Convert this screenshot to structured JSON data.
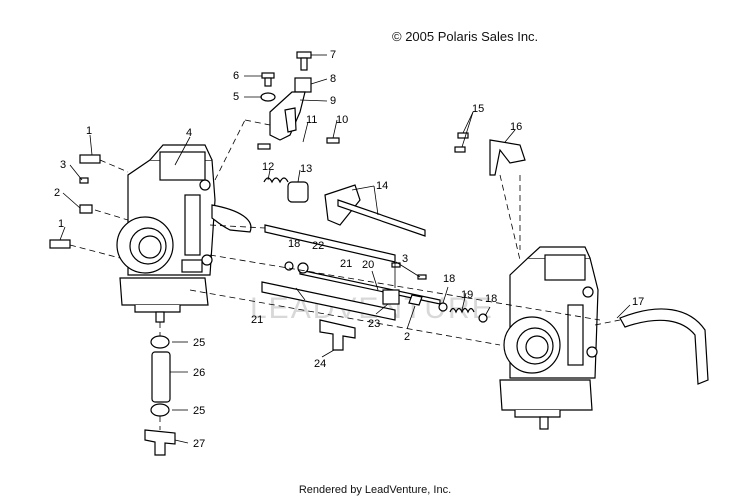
{
  "header": {
    "copyright": "© 2005 Polaris Sales Inc."
  },
  "footer": {
    "rendered_by": "Rendered by LeadVenture, Inc."
  },
  "watermark": {
    "text": "LEADVENTURE"
  },
  "callouts": {
    "c1a": "1",
    "c1b": "1",
    "c2a": "2",
    "c2b": "2",
    "c3a": "3",
    "c3b": "3",
    "c4": "4",
    "c5": "5",
    "c6": "6",
    "c7": "7",
    "c8": "8",
    "c9": "9",
    "c10": "10",
    "c11": "11",
    "c12": "12",
    "c13": "13",
    "c14": "14",
    "c15": "15",
    "c16": "16",
    "c17": "17",
    "c18a": "18",
    "c18b": "18",
    "c18c": "18",
    "c19": "19",
    "c20": "20",
    "c21a": "21",
    "c21b": "21",
    "c22": "22",
    "c23": "23",
    "c24": "24",
    "c25a": "25",
    "c25b": "25",
    "c26": "26",
    "c27": "27"
  }
}
